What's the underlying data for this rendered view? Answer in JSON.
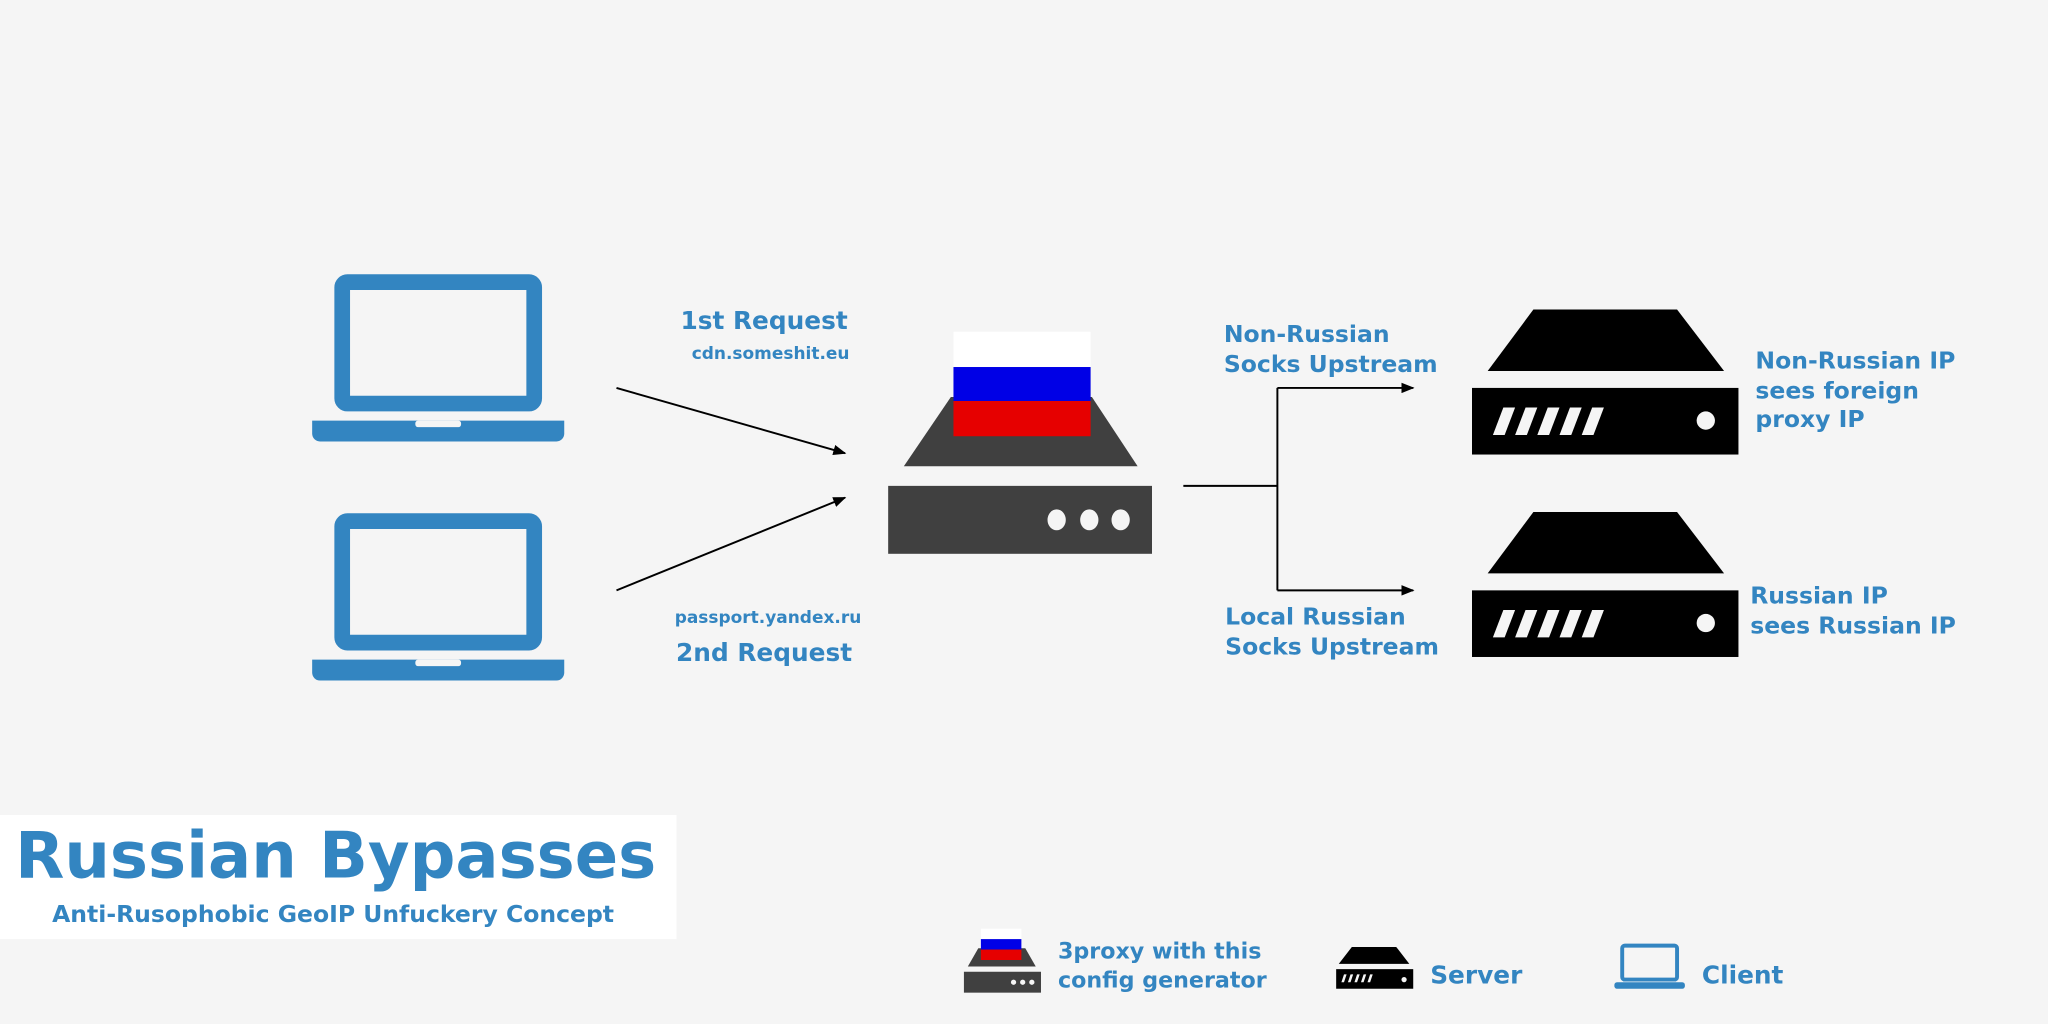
{
  "colors": {
    "accent": "#3385c1",
    "proxy": "#404040",
    "server": "#000000",
    "flag_white": "#ffffff",
    "flag_blue": "#0000e6",
    "flag_red": "#e60000",
    "background": "#f5f5f5"
  },
  "requests": {
    "first": {
      "label": "1st Request",
      "host": "cdn.someshit.eu"
    },
    "second": {
      "label": "2nd Request",
      "host": "passport.yandex.ru"
    }
  },
  "upstreams": {
    "non_russian": {
      "line1": "Non-Russian",
      "line2": "Socks Upstream"
    },
    "local_russian": {
      "line1": "Local Russian",
      "line2": "Socks Upstream"
    }
  },
  "results": {
    "non_russian": {
      "line1": "Non-Russian IP",
      "line2": "sees foreign",
      "line3": "proxy IP"
    },
    "russian": {
      "line1": "Russian IP",
      "line2": "sees Russian IP"
    }
  },
  "title": {
    "main": "Russian Bypasses",
    "subtitle": "Anti-Rusophobic GeoIP Unfuckery Concept"
  },
  "legend": {
    "proxy_line1": "3proxy with this",
    "proxy_line2": "config generator",
    "server": "Server",
    "client": "Client"
  },
  "icons": {
    "client": "laptop-icon",
    "proxy": "flag-server-icon",
    "server": "server-icon"
  }
}
